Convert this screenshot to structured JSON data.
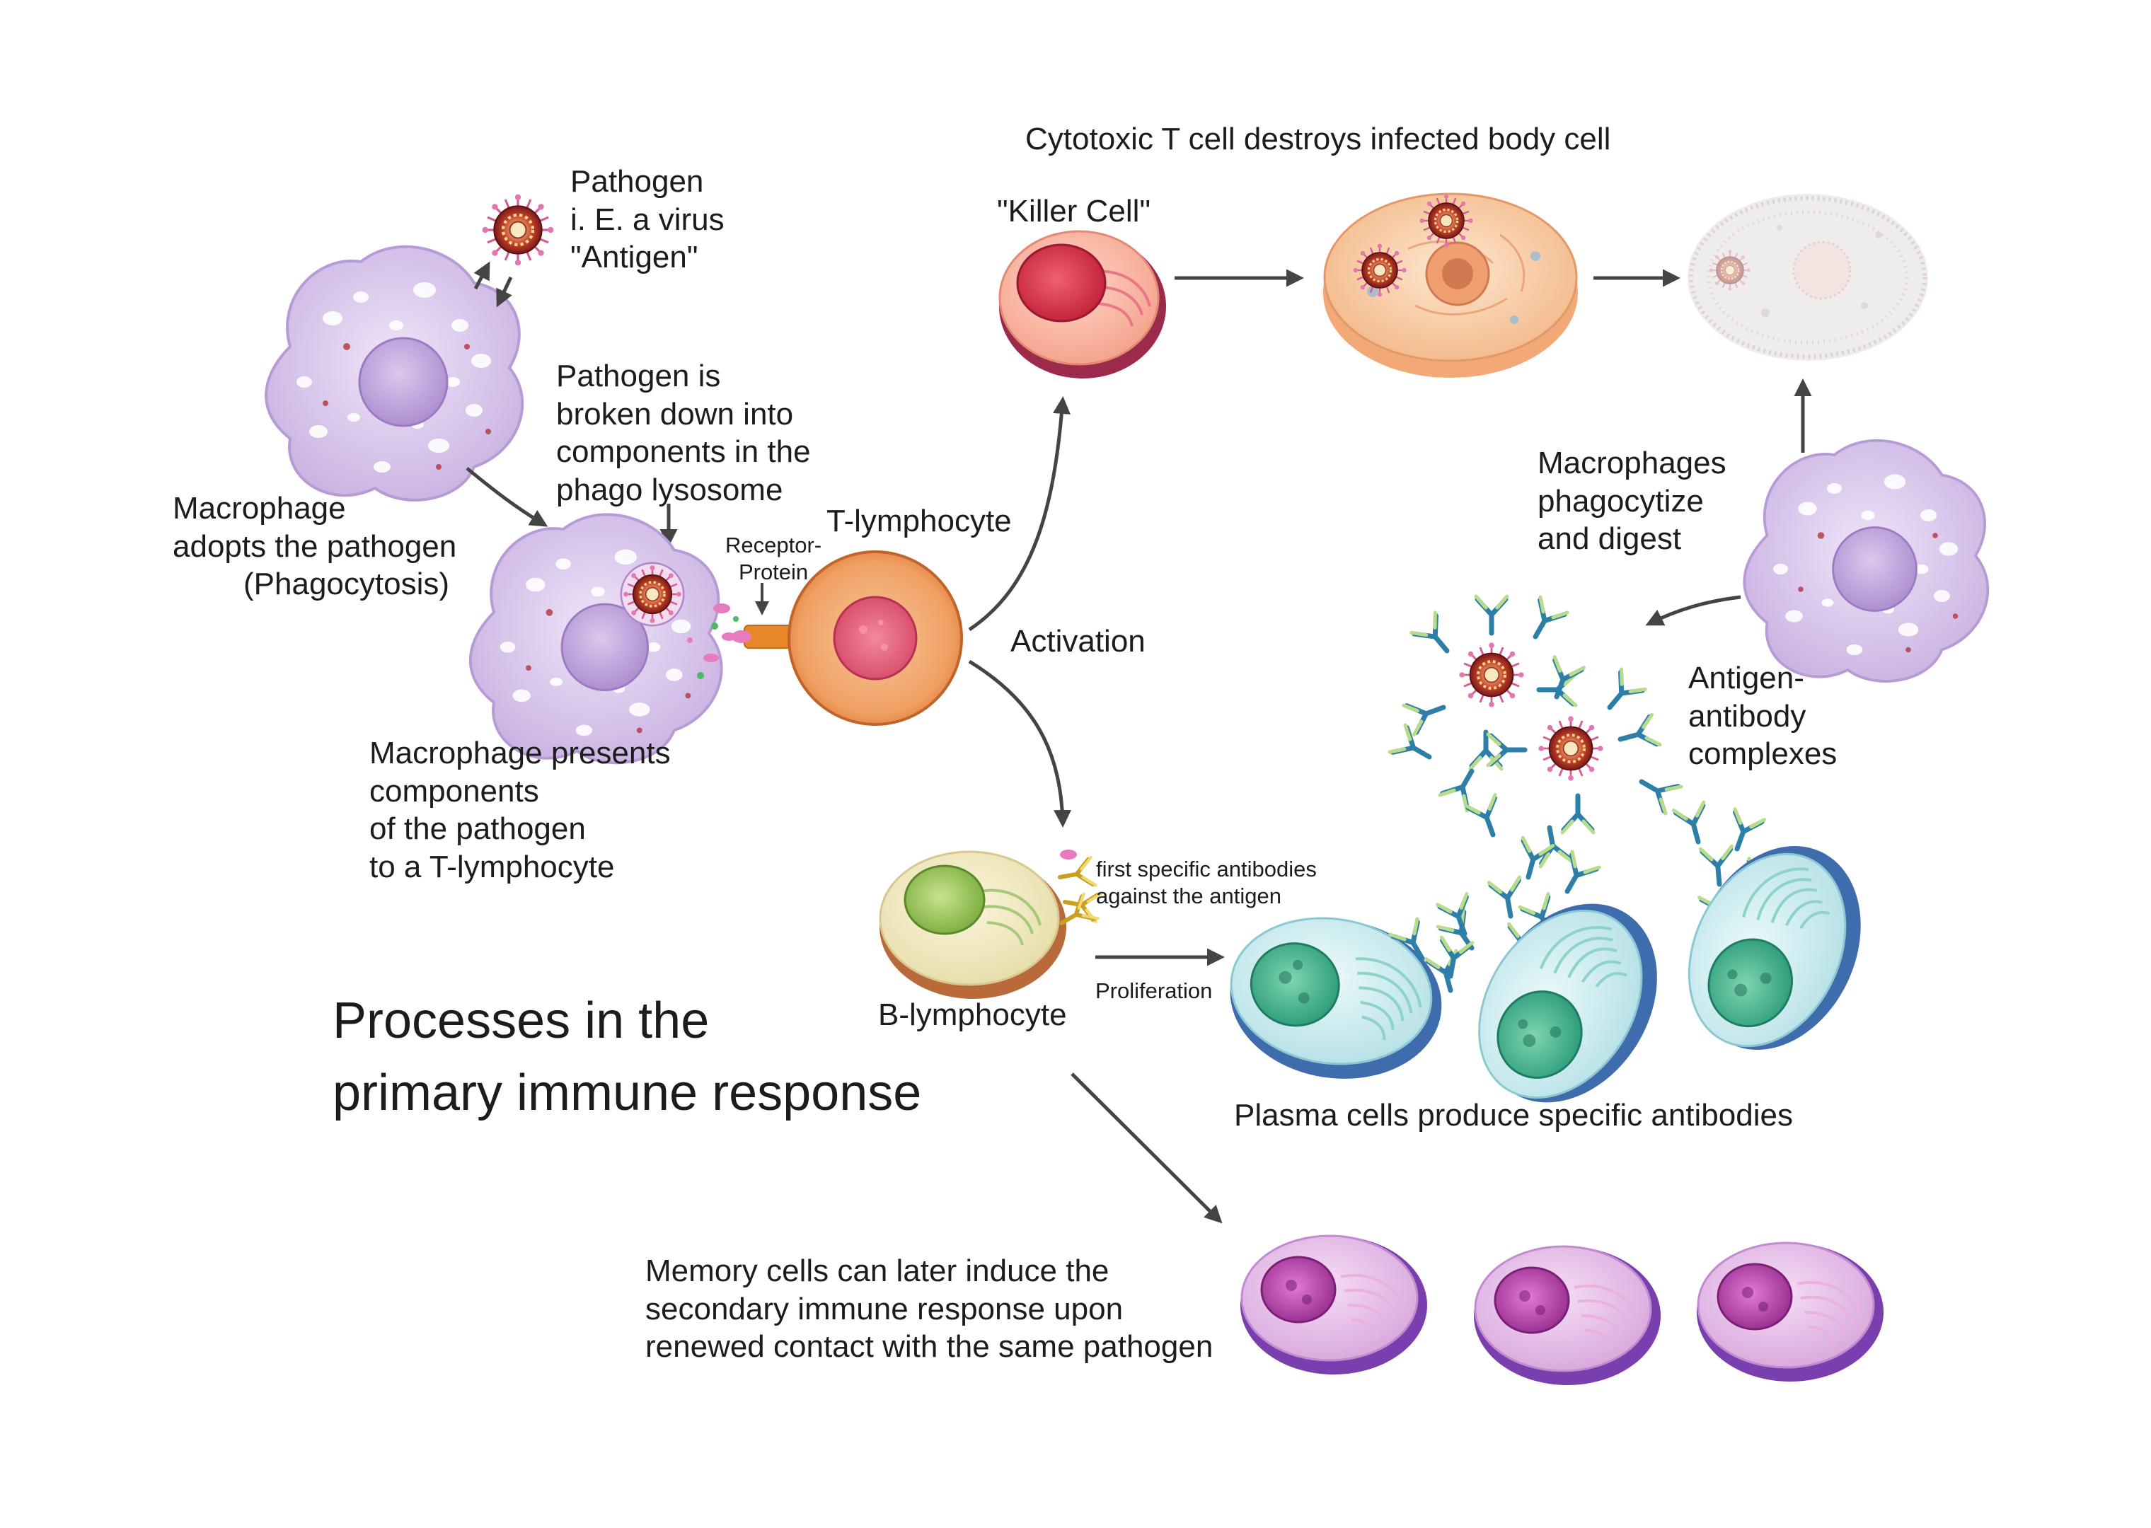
{
  "title": {
    "line1": "Processes in the",
    "line2": "primary immune response"
  },
  "labels": {
    "pathogen": {
      "line1": "Pathogen",
      "line2": "i. E. a virus",
      "line3": "\"Antigen\""
    },
    "macrophage_adopts": {
      "line1": "Macrophage",
      "line2": "adopts the pathogen",
      "line3": "(Phagocytosis)"
    },
    "pathogen_broken": {
      "line1": "Pathogen is",
      "line2": "broken down into",
      "line3": "components in the",
      "line4": "phago lysosome"
    },
    "receptor_protein": {
      "line1": "Receptor-",
      "line2": "Protein"
    },
    "t_lymphocyte": "T-lymphocyte",
    "macrophage_presents": {
      "line1": "Macrophage presents",
      "line2": "components",
      "line3": "of the pathogen",
      "line4": "to a T-lymphocyte"
    },
    "cytotoxic": "Cytotoxic T cell destroys infected body cell",
    "killer_cell": "\"Killer Cell\"",
    "activation": "Activation",
    "macrophages_phagocytize": {
      "line1": "Macrophages",
      "line2": "phagocytize",
      "line3": "and digest"
    },
    "antigen_antibody": {
      "line1": "Antigen-",
      "line2": "antibody",
      "line3": "complexes"
    },
    "first_antibodies": {
      "line1": "first specific antibodies",
      "line2": "against the antigen"
    },
    "proliferation": "Proliferation",
    "b_lymphocyte": "B-lymphocyte",
    "plasma_cells": "Plasma cells produce specific antibodies",
    "memory_cells": {
      "line1": "Memory cells can later induce the",
      "line2": "secondary immune response upon",
      "line3": "renewed contact with the same pathogen"
    }
  },
  "colors": {
    "macrophage": "#d9c8ec",
    "macrophage_nucleus": "#c3a6dc",
    "t_cell": "#f0a56a",
    "killer_cell": "#e0485a",
    "b_cell_nucleus": "#93c25e",
    "plasma_cell": "#bfe6ea",
    "plasma_nucleus": "#3db08c",
    "memory_cell": "#d98fd9",
    "memory_nucleus": "#a33d9a",
    "antibody": "#3a8fb5",
    "arrow": "#444444"
  }
}
